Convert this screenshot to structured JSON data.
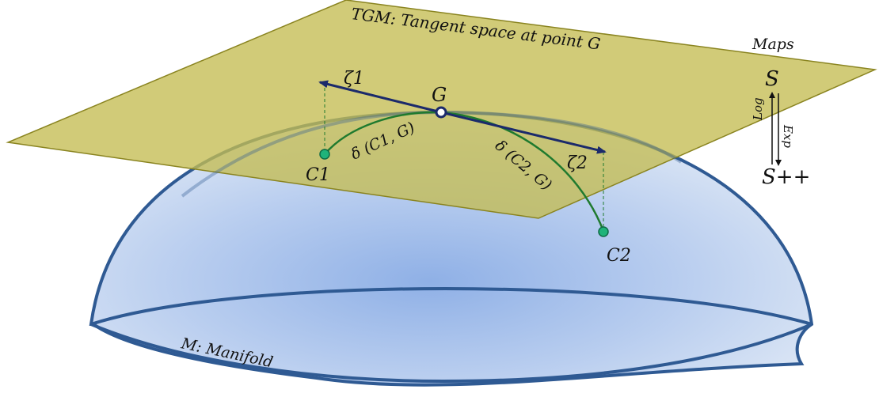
{
  "labels": {
    "tangent_space": "TGM: Tangent space at point G",
    "manifold": "M: Manifold",
    "point_g": "G",
    "point_c1": "C1",
    "point_c2": "C2",
    "zeta1": "ζ1",
    "zeta2": "ζ2",
    "geodesic1": "δ (C1, G)",
    "geodesic2": "δ (C2, G)"
  },
  "maps": {
    "title": "Maps",
    "top_space": "S",
    "bottom_space": "S++",
    "log_label": "Log",
    "exp_label": "Exp"
  },
  "colors": {
    "plane_fill": "#c4bd52",
    "plane_stroke": "#8a8420",
    "dome_stroke": "#2f5a93",
    "dome_fill_center": "#8fb0e6",
    "dome_fill_edge": "#d7e3f4",
    "geodesic": "#1f7a2e",
    "vector": "#1b2a6b",
    "point": "#1fb37a"
  }
}
